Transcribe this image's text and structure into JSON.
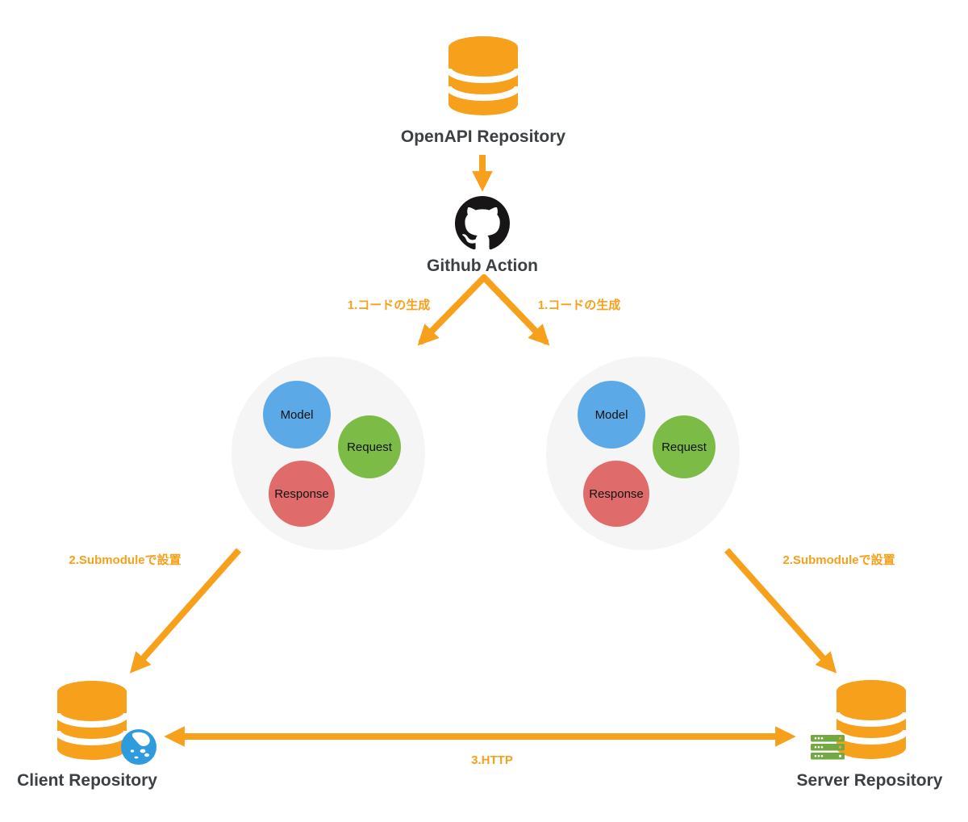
{
  "title": "OpenAPI code generation diagram",
  "colors": {
    "orange": "#F7A01B",
    "ink": "#3D4043",
    "cluster_bg": "#F5F5F5",
    "model_blue": "#5CA9E8",
    "request_green": "#7CBB45",
    "response_red": "#DF6B6B",
    "github_black": "#171516",
    "globe_blue": "#2E9BDE",
    "server_green": "#73A942"
  },
  "nodes": {
    "openapi_repo": {
      "label": "OpenAPI Repository",
      "icon": "database-icon"
    },
    "github_action": {
      "label": "Github Action",
      "icon": "github-icon"
    },
    "client_repo": {
      "label": "Client Repository",
      "icon": "database-icon, globe-icon"
    },
    "server_repo": {
      "label": "Server Repository",
      "icon": "database-icon, server-icon"
    }
  },
  "packages": {
    "model": "Model",
    "request": "Request",
    "response": "Response"
  },
  "edges": {
    "codegen": "1.コードの生成",
    "submodule": "2.Submoduleで設置",
    "http": "3.HTTP"
  }
}
